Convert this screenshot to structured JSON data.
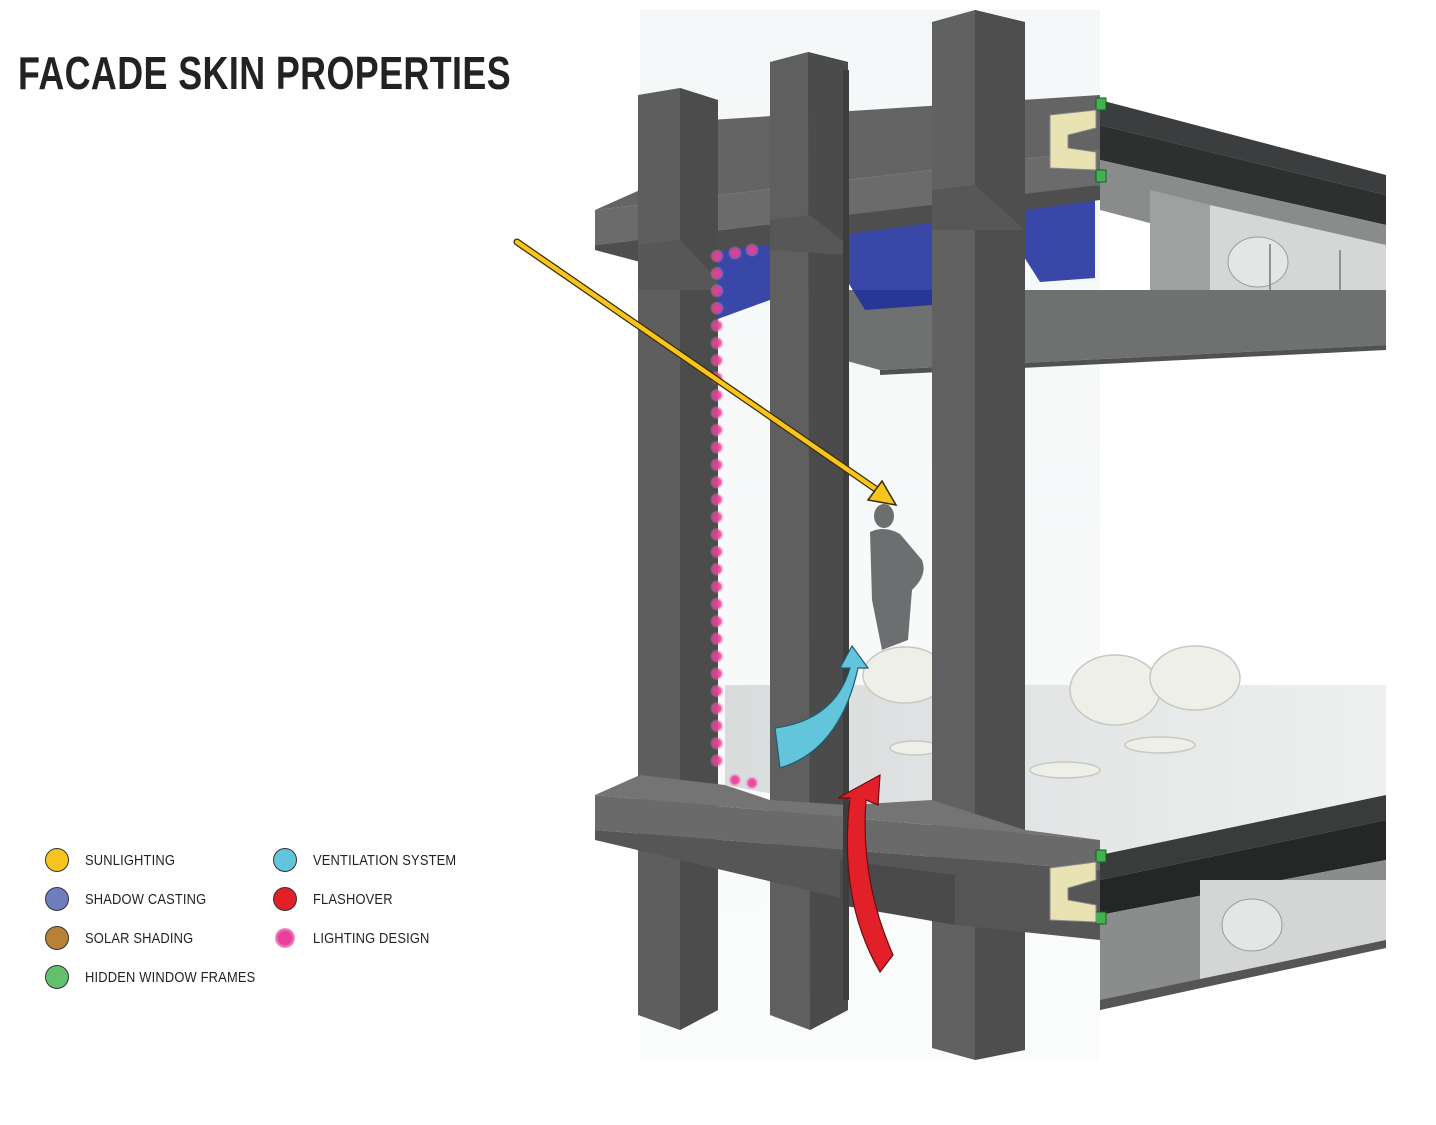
{
  "title": "FACADE SKIN PROPERTIES",
  "legend": [
    {
      "label": "SUNLIGHTING",
      "color": "#f7c51d",
      "icon": "sunlighting-dot"
    },
    {
      "label": "SHADOW CASTING",
      "color": "#6f7dbd",
      "icon": "shadow-casting-dot"
    },
    {
      "label": "SOLAR SHADING",
      "color": "#b78235",
      "icon": "solar-shading-dot"
    },
    {
      "label": "HIDDEN WINDOW FRAMES",
      "color": "#63c06f",
      "icon": "hidden-window-frames-dot"
    },
    {
      "label": "VENTILATION SYSTEM",
      "color": "#62c5dc",
      "icon": "ventilation-system-dot"
    },
    {
      "label": "FLASHOVER",
      "color": "#e2202a",
      "icon": "flashover-dot"
    },
    {
      "label": "LIGHTING DESIGN",
      "color": "#e8409a",
      "icon": "lighting-design-dot"
    }
  ],
  "colors": {
    "concrete": "#5e5e5e",
    "concrete_dark": "#474747",
    "shading_blue": "#1f2f9c",
    "sun_arrow": "#f7c51d",
    "vent_arrow": "#62c5dc",
    "flash_arrow": "#e2202a",
    "lighting": "#e8409a",
    "frame_green": "#3fb34f",
    "insulation": "#e9e3b3"
  }
}
